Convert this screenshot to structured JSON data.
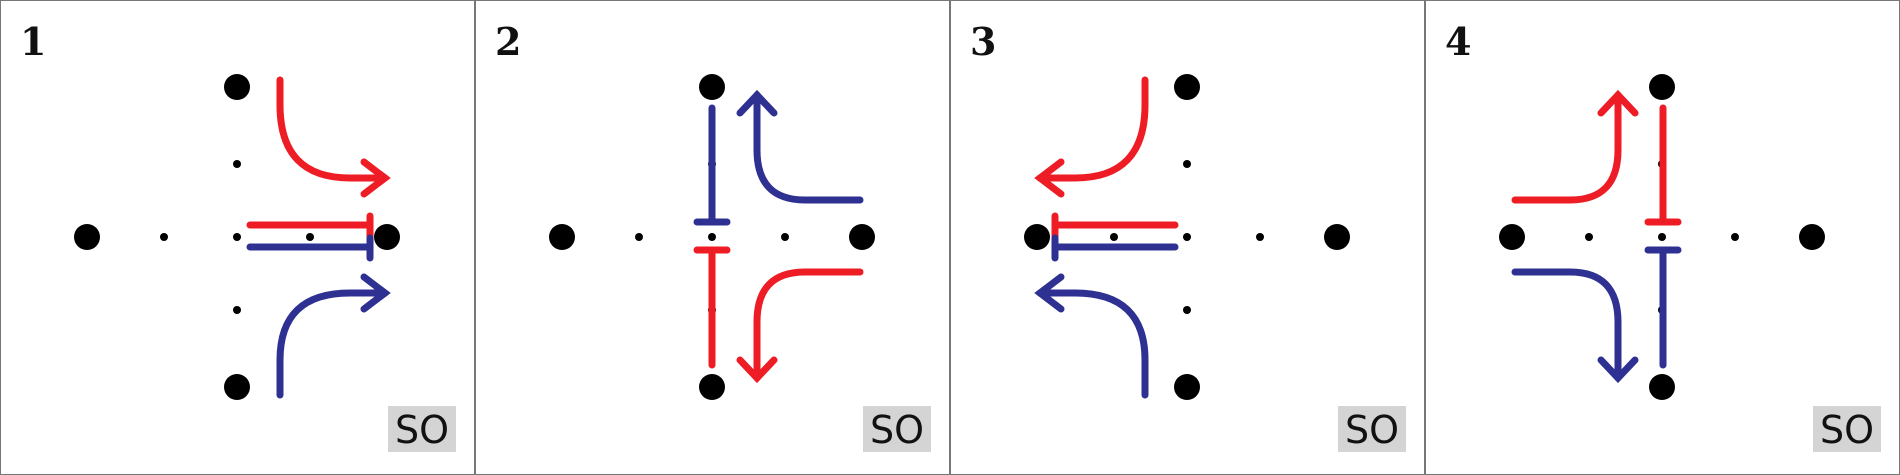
{
  "colors": {
    "red": "#ee1c25",
    "blue": "#2e3192",
    "dot": "#000000",
    "border": "#777777",
    "badge_bg": "#d4d4d4",
    "badge_text": "#111111"
  },
  "badge_text": "SO",
  "panels": [
    {
      "number": "1",
      "variant": "east"
    },
    {
      "number": "2",
      "variant": "north-south"
    },
    {
      "number": "3",
      "variant": "west"
    },
    {
      "number": "4",
      "variant": "north-south-mirror"
    }
  ]
}
